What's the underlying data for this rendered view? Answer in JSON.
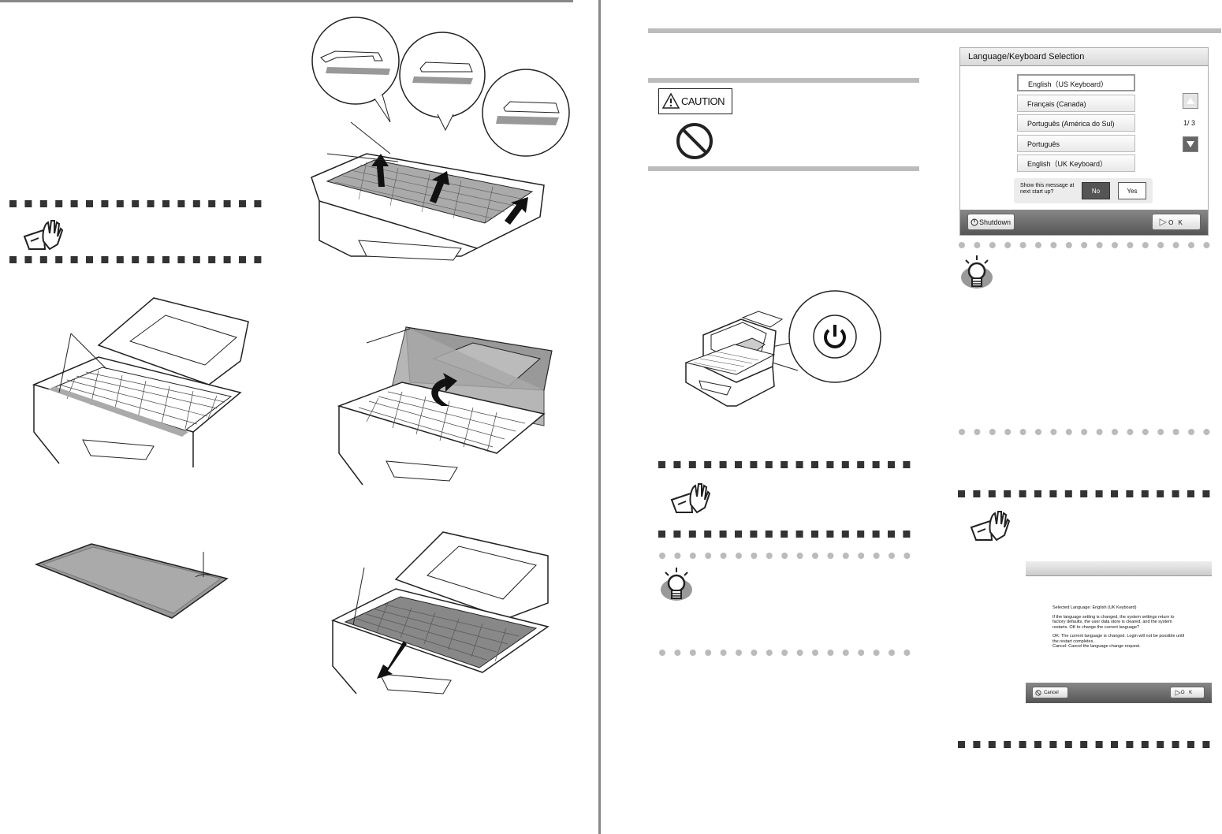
{
  "caution_label": "CAUTION",
  "language_screen": {
    "title": "Language/Keyboard Selection",
    "options": [
      "English（US Keyboard）",
      "Français (Canada)",
      "Português (América do Sul)",
      "Português",
      "English（UK Keyboard）"
    ],
    "selected_index": 0,
    "pager": "1/ 3",
    "startup_question": "Show this message at next start up?",
    "no_label": "No",
    "yes_label": "Yes",
    "shutdown_label": "Shutdown",
    "ok_label": "O K"
  },
  "confirm_dialog": {
    "line1": "Selected Language: English (UK Keyboard)",
    "line2": "If the language setting is changed, the system settings return to factory defaults, the user data store is cleared, and the system restarts. OK to change the current language?",
    "line3": "OK: The current language is changed. Login will not be possible until the restart completes.",
    "line4": "Cancel: Cancel the language change request.",
    "cancel_label": "Cancel",
    "ok_label": "O K"
  },
  "icons": [
    "hand-caution-icon",
    "hint-bulb-icon",
    "prohibited-icon",
    "power-icon",
    "warning-triangle-icon"
  ]
}
